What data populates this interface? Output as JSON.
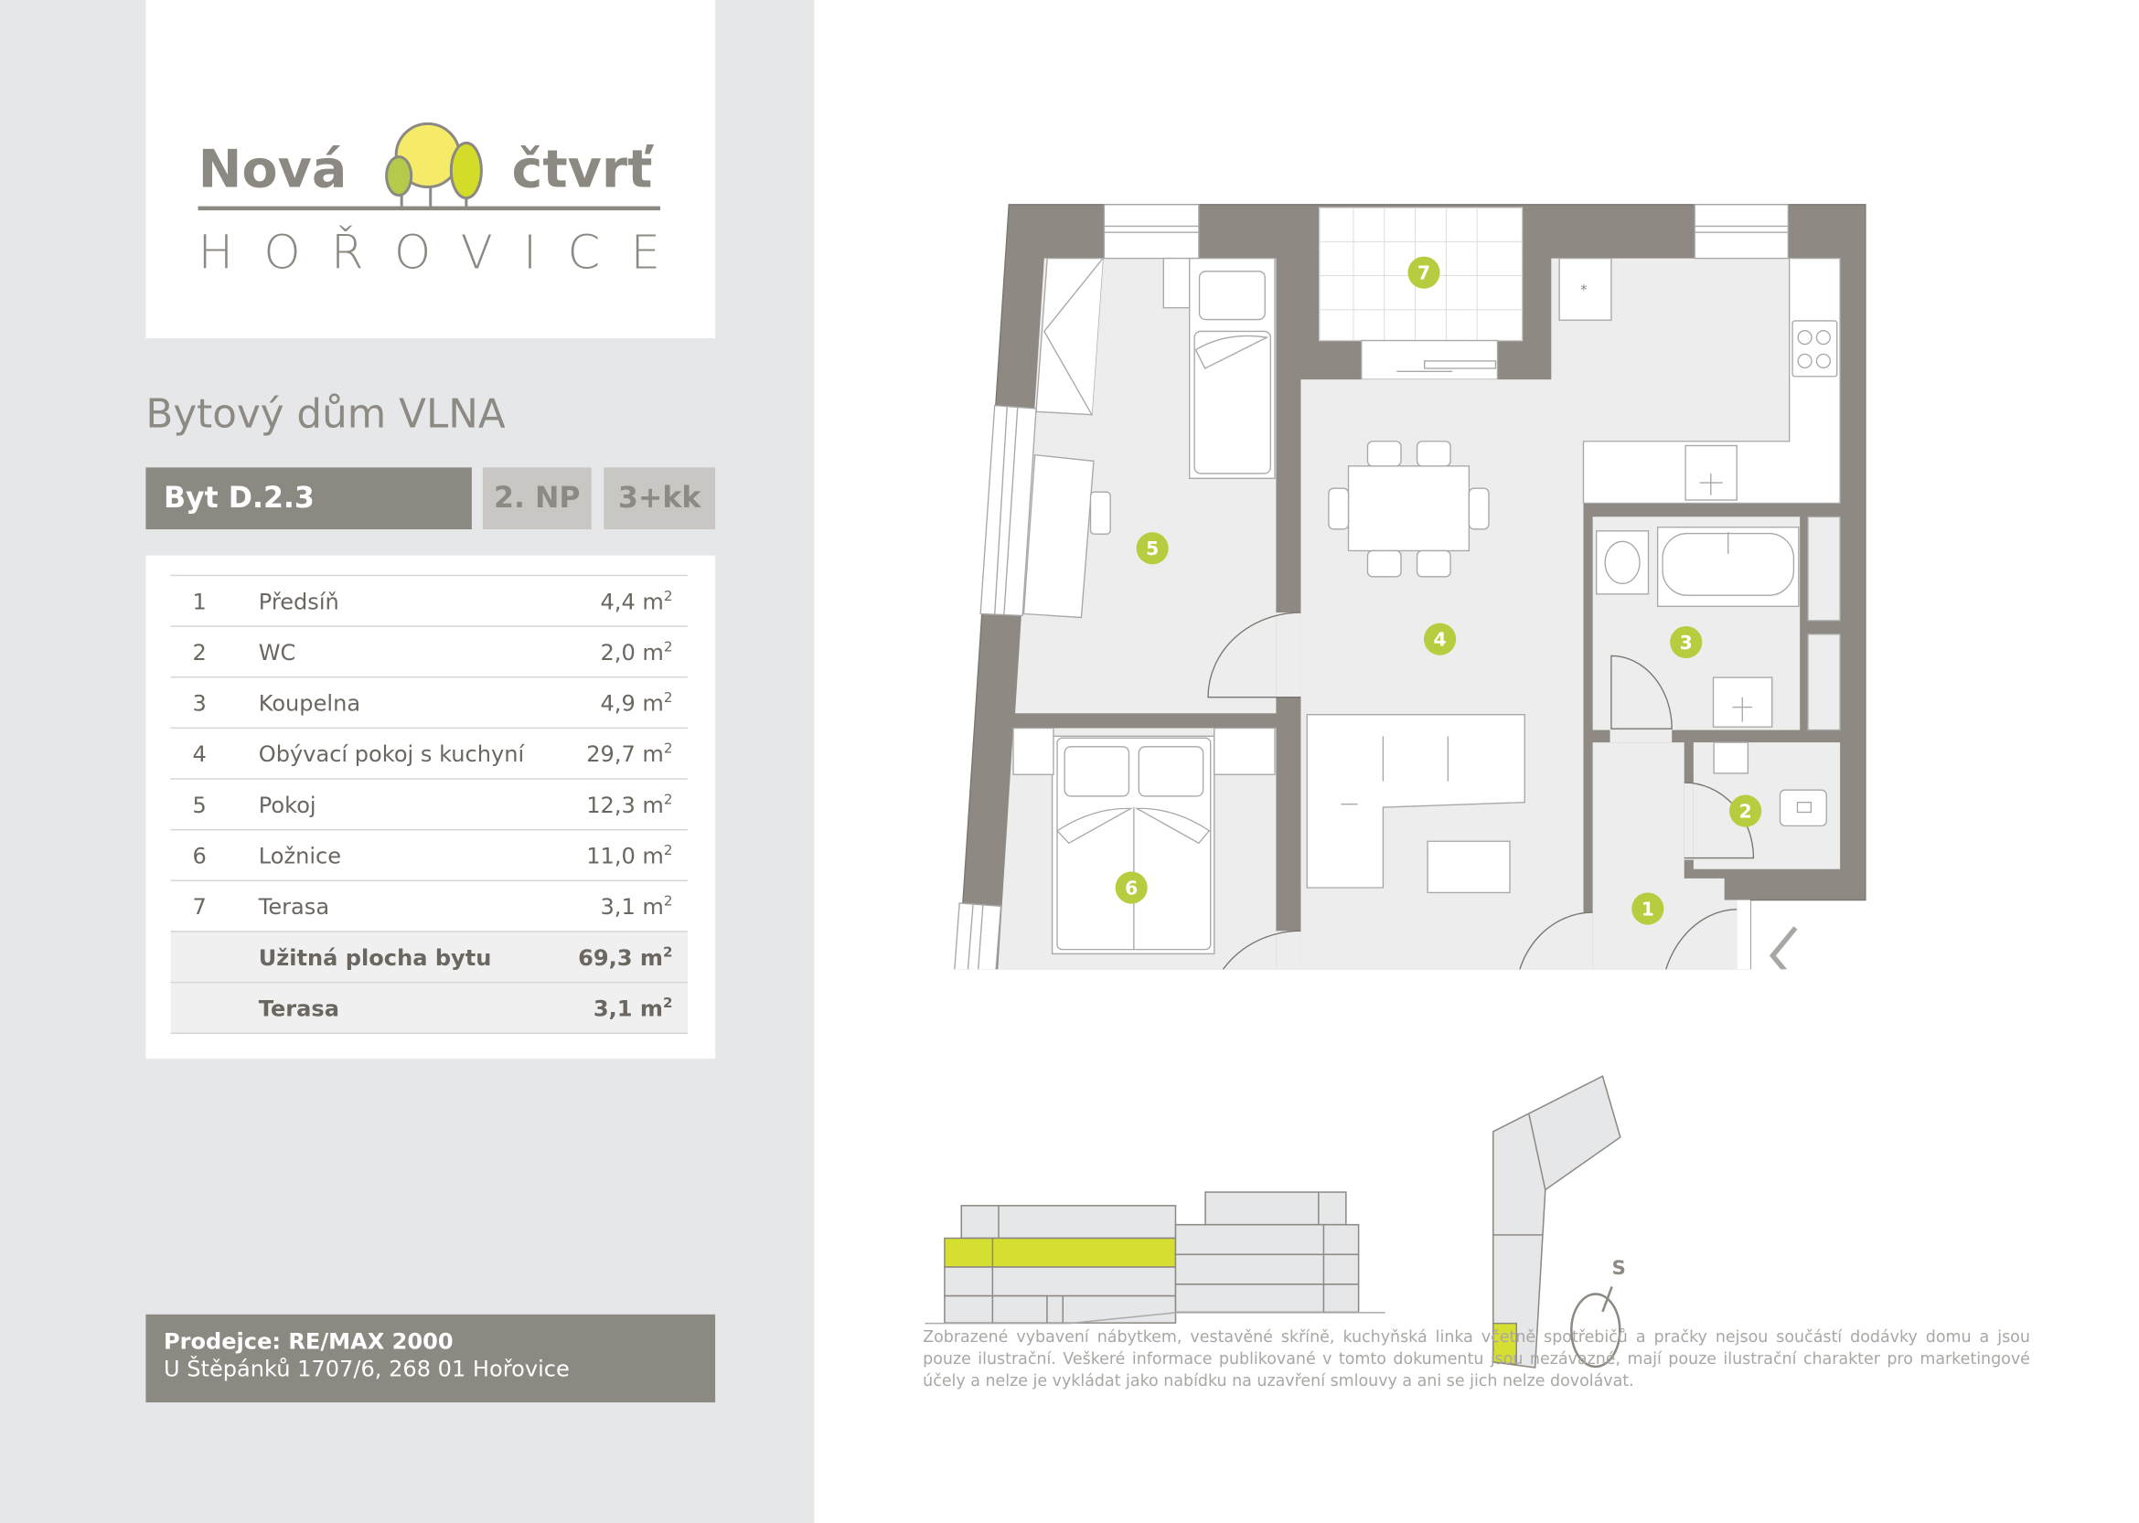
{
  "logo": {
    "line1_left": "Nová",
    "line1_right": "čtvrť",
    "line2": "HOŘOVICE"
  },
  "building_title": "Bytový dům VLNA",
  "apartment": {
    "name": "Byt D.2.3",
    "floor": "2. NP",
    "layout": "3+kk"
  },
  "rooms": [
    {
      "num": "1",
      "name": "Předsíň",
      "area": "4,4 m",
      "sup": "2"
    },
    {
      "num": "2",
      "name": "WC",
      "area": "2,0 m",
      "sup": "2"
    },
    {
      "num": "3",
      "name": "Koupelna",
      "area": "4,9 m",
      "sup": "2"
    },
    {
      "num": "4",
      "name": "Obývací pokoj s kuchyní",
      "area": "29,7 m",
      "sup": "2"
    },
    {
      "num": "5",
      "name": "Pokoj",
      "area": "12,3 m",
      "sup": "2"
    },
    {
      "num": "6",
      "name": "Ložnice",
      "area": "11,0 m",
      "sup": "2"
    },
    {
      "num": "7",
      "name": "Terasa",
      "area": "3,1 m",
      "sup": "2"
    }
  ],
  "totals": [
    {
      "name": "Užitná plocha bytu",
      "area": "69,3 m",
      "sup": "2"
    },
    {
      "name": "Terasa",
      "area": "3,1 m",
      "sup": "2"
    }
  ],
  "seller": {
    "label": "Prodejce: RE/MAX 2000",
    "address": "U Štěpánků 1707/6, 268 01 Hořovice"
  },
  "disclaimer": "Zobrazené vybavení nábytkem, vestavěné skříně, kuchyňská linka včetně spotřebičů a pračky nejsou součástí dodávky domu a jsou pouze ilustrační. Veškeré informace publikované v tomto dokumentu jsou nezávazné, mají pouze ilustrační charakter pro marketingové účely a nelze je vykládat jako nabídku na uzavření smlouvy a ani se jich nelze dovolávat.",
  "plan_labels": [
    "1",
    "2",
    "3",
    "4",
    "5",
    "6",
    "7"
  ],
  "compass_label": "S",
  "colors": {
    "wall": "#8e8a83",
    "accent": "#b8cc40",
    "highlight": "#d4df32",
    "panel": "#e6e7e9"
  }
}
